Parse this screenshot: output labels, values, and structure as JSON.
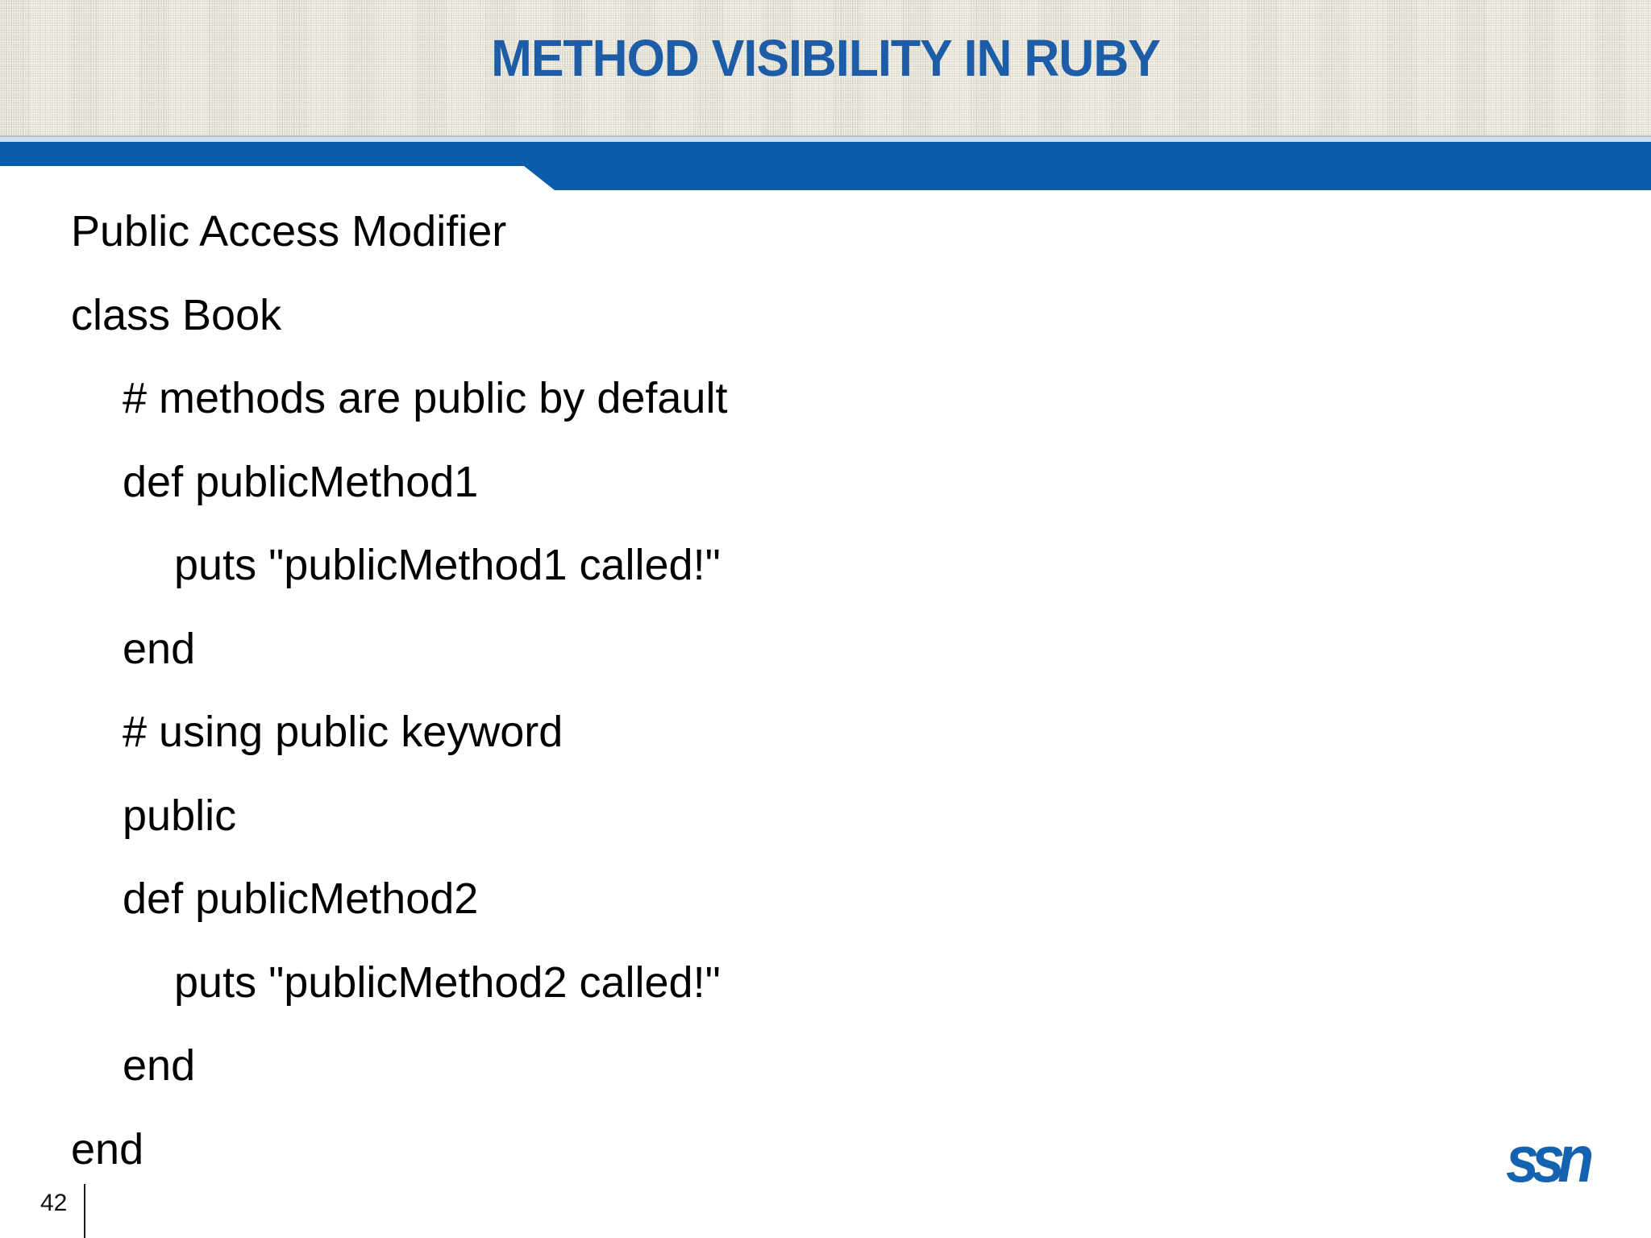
{
  "slide": {
    "title": "METHOD VISIBILITY IN RUBY",
    "page_number": "42",
    "logo_text": "ssn"
  },
  "code": {
    "lines": [
      "Public Access Modifier",
      "class Book",
      "# methods are public by default",
      "def publicMethod1",
      "puts \"publicMethod1 called!\"",
      "end",
      "# using public keyword",
      "public",
      "def publicMethod2",
      "puts \"publicMethod2 called!\"",
      "end",
      "end"
    ]
  },
  "colors": {
    "title_blue": "#1d5ca6",
    "ribbon_blue": "#0b5caa",
    "ribbon_highlight": "#cde0f1",
    "header_texture": "#eae7db",
    "body_text": "#000000",
    "logo_blue": "#1563b0"
  }
}
